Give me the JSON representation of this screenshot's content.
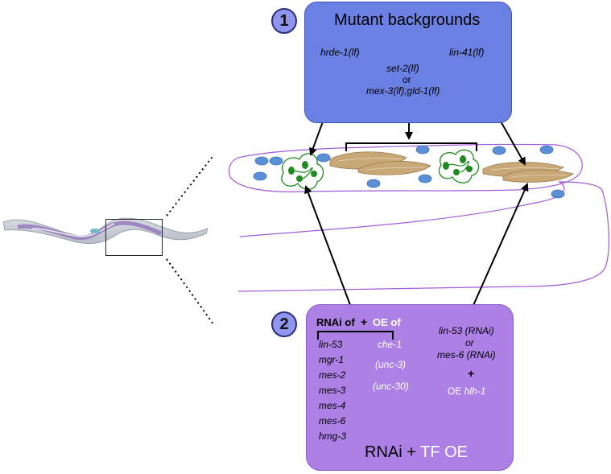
{
  "step1": {
    "number": "1",
    "title": "Mutant backgrounds",
    "left_mutant": "hrde-1(lf)",
    "right_mutant": "lin-41(lf)",
    "middle_a": "set-2(lf)",
    "middle_or": "or",
    "middle_b": "mex-3(lf);gld-1(lf)"
  },
  "step2": {
    "number": "2",
    "header_rnai": "RNAi of",
    "header_plus": "+",
    "header_oe": "OE of",
    "rnai_targets": [
      "lin-53",
      "mgr-1",
      "mes-2",
      "mes-3",
      "mes-4",
      "mes-6",
      "hmg-3"
    ],
    "oe_targets": [
      "che-1",
      "(unc-3)",
      "(unc-30)"
    ],
    "right_a": "lin-53 (RNAi)",
    "right_or": "or",
    "right_b": "mes-6 (RNAi)",
    "right_plus": "+",
    "right_oe_prefix": "OE",
    "right_oe_gene": "hlh-1",
    "footer_rnai": "RNAi",
    "footer_plus": "+",
    "footer_tf": "TF OE"
  },
  "colors": {
    "box1_fill": "#6b80e3",
    "box2_fill": "#ad80e6",
    "nucleus_blue": "#5b8fd8",
    "chromatin_green": "#1f8a1f",
    "oocyte_tan": "#c9a877",
    "gonad_outline": "#a45ad6"
  }
}
